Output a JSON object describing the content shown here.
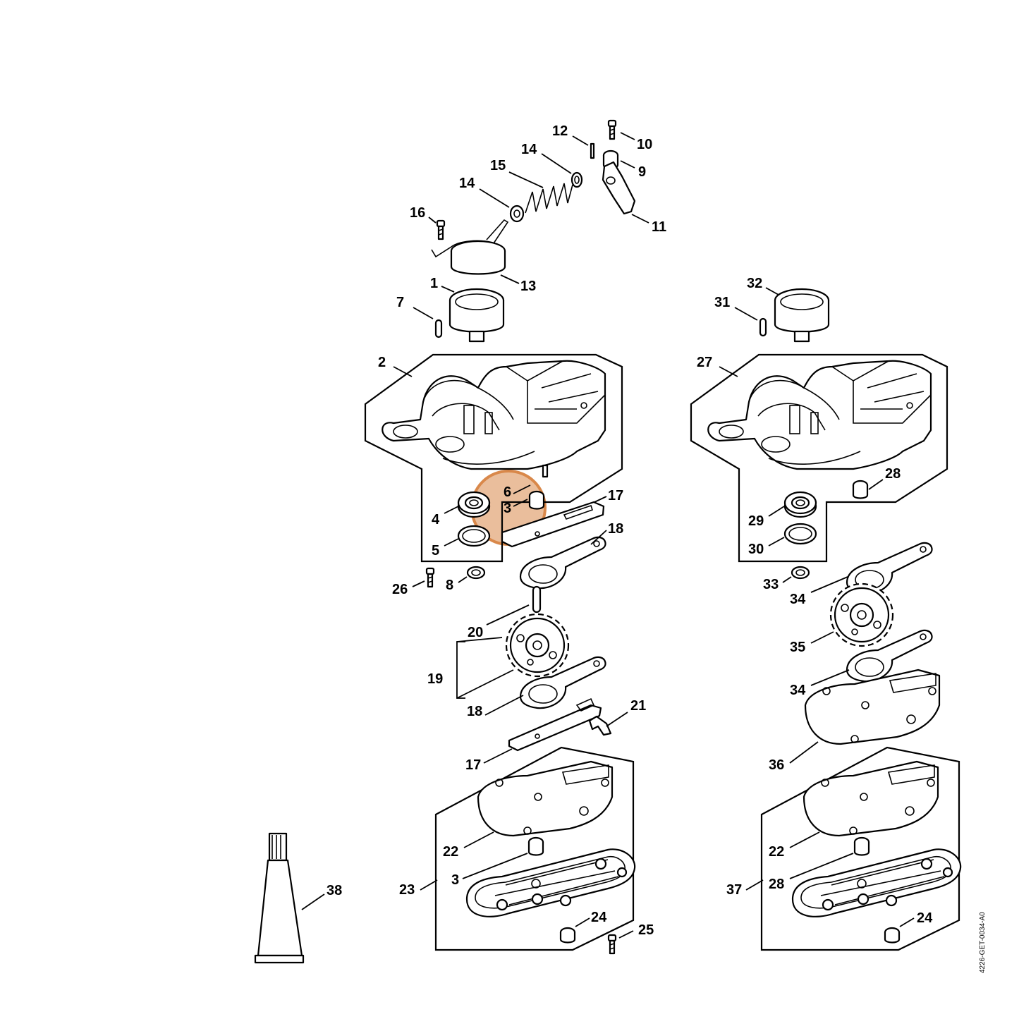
{
  "drawing_code": "4226-GET-0034-A0",
  "highlight_color": "#d9884a",
  "callouts": {
    "c1": "1",
    "c2": "2",
    "c3a": "3",
    "c3b": "3",
    "c4": "4",
    "c5": "5",
    "c6": "6",
    "c7": "7",
    "c8": "8",
    "c9": "9",
    "c10": "10",
    "c11": "11",
    "c12": "12",
    "c13": "13",
    "c14a": "14",
    "c14b": "14",
    "c15": "15",
    "c16": "16",
    "c17a": "17",
    "c17b": "17",
    "c18a": "18",
    "c18b": "18",
    "c19": "19",
    "c20": "20",
    "c21": "21",
    "c22a": "22",
    "c22b": "22",
    "c23": "23",
    "c24a": "24",
    "c24b": "24",
    "c25": "25",
    "c26": "26",
    "c27": "27",
    "c28a": "28",
    "c28b": "28",
    "c29": "29",
    "c30": "30",
    "c31": "31",
    "c32": "32",
    "c33": "33",
    "c34a": "34",
    "c34b": "34",
    "c35": "35",
    "c36": "36",
    "c37": "37",
    "c38": "38"
  }
}
